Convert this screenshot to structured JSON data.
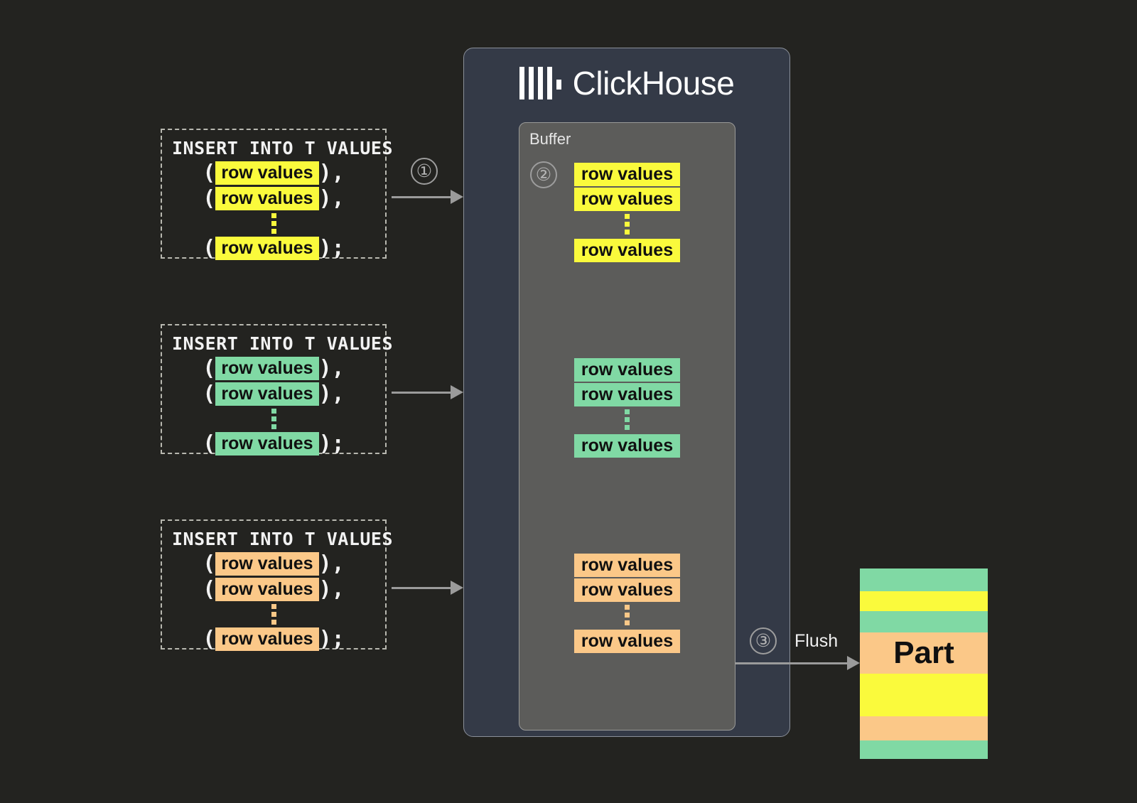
{
  "diagram": {
    "background_color": "#232320",
    "title": "ClickHouse insert buffering and flush to part"
  },
  "inserts": [
    {
      "name": "insert-yellow",
      "header": "INSERT INTO T VALUES",
      "color": "#fafa3c",
      "color_name": "yellow",
      "rows": [
        {
          "open": "(",
          "label": "row values",
          "close": "),"
        },
        {
          "open": "(",
          "label": "row values",
          "close": "),"
        },
        {
          "open": "(",
          "label": "row values",
          "close": ");"
        }
      ],
      "ellipsis": "⋮"
    },
    {
      "name": "insert-green",
      "header": "INSERT INTO T VALUES",
      "color": "#80d9a4",
      "color_name": "green",
      "rows": [
        {
          "open": "(",
          "label": "row values",
          "close": "),"
        },
        {
          "open": "(",
          "label": "row values",
          "close": "),"
        },
        {
          "open": "(",
          "label": "row values",
          "close": ");"
        }
      ],
      "ellipsis": "⋮"
    },
    {
      "name": "insert-orange",
      "header": "INSERT INTO T VALUES",
      "color": "#fbc888",
      "color_name": "orange",
      "rows": [
        {
          "open": "(",
          "label": "row values",
          "close": "),"
        },
        {
          "open": "(",
          "label": "row values",
          "close": "),"
        },
        {
          "open": "(",
          "label": "row values",
          "close": ");"
        }
      ],
      "ellipsis": "⋮"
    }
  ],
  "clickhouse": {
    "title": "ClickHouse",
    "logo_name": "clickhouse-logo",
    "panel_color": "#343a47",
    "buffer": {
      "label": "Buffer",
      "color": "#5c5c5a",
      "groups": [
        {
          "name": "buffer-group-yellow",
          "color": "#fafa3c",
          "color_name": "yellow",
          "rows": [
            "row values",
            "row values",
            "row values"
          ]
        },
        {
          "name": "buffer-group-green",
          "color": "#80d9a4",
          "color_name": "green",
          "rows": [
            "row values",
            "row values",
            "row values"
          ]
        },
        {
          "name": "buffer-group-orange",
          "color": "#fbc888",
          "color_name": "orange",
          "rows": [
            "row values",
            "row values",
            "row values"
          ]
        }
      ]
    }
  },
  "steps": [
    {
      "name": "step-1",
      "number": "①",
      "label": "1"
    },
    {
      "name": "step-2",
      "number": "②",
      "label": "2"
    },
    {
      "name": "step-3",
      "number": "③",
      "label": "3"
    }
  ],
  "flush": {
    "label": "Flush"
  },
  "part": {
    "label": "Part",
    "stripes": [
      {
        "color_name": "green",
        "color": "#80d9a4",
        "height_pct": 11.9
      },
      {
        "color_name": "yellow",
        "color": "#fafa3c",
        "height_pct": 10.4
      },
      {
        "color_name": "green",
        "color": "#80d9a4",
        "height_pct": 11.2
      },
      {
        "color_name": "orange",
        "color": "#fbc888",
        "height_pct": 21.6,
        "has_label": true
      },
      {
        "color_name": "yellow",
        "color": "#fafa3c",
        "height_pct": 22.4
      },
      {
        "color_name": "orange",
        "color": "#fbc888",
        "height_pct": 12.7
      },
      {
        "color_name": "green",
        "color": "#80d9a4",
        "height_pct": 9.8
      }
    ]
  }
}
